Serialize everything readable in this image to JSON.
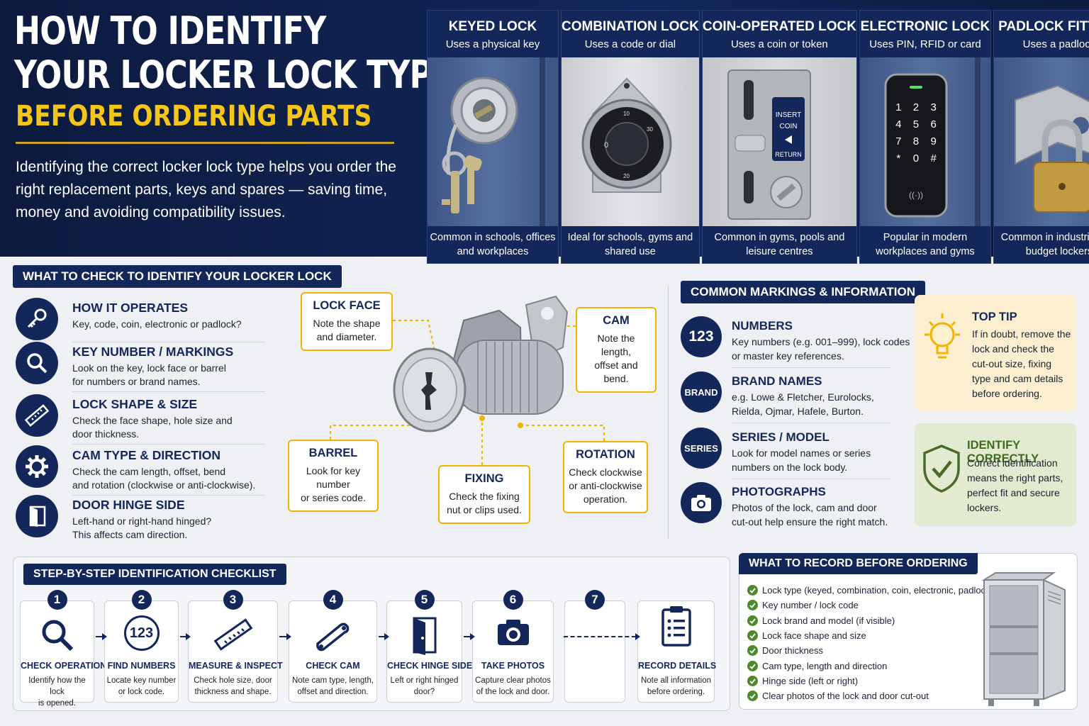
{
  "header": {
    "title_line1": "HOW TO IDENTIFY",
    "title_line2": "YOUR LOCKER LOCK TYPE",
    "title_line3": "BEFORE ORDERING PARTS",
    "intro": "Identifying the correct locker lock type helps you order the right replacement parts, keys and spares — saving time, money and avoiding compatibility issues."
  },
  "lock_types": [
    {
      "title": "KEYED LOCK",
      "subtitle": "Uses a physical key",
      "footer": "Common in schools, offices and workplaces"
    },
    {
      "title": "COMBINATION LOCK",
      "subtitle": "Uses a code or dial",
      "footer": "Ideal for schools, gyms and shared use"
    },
    {
      "title": "COIN-OPERATED LOCK",
      "subtitle": "Uses a coin or token",
      "footer": "Common in gyms, pools and leisure centres"
    },
    {
      "title": "ELECTRONIC LOCK",
      "subtitle": "Uses PIN, RFID or card",
      "footer": "Popular in modern workplaces and gyms"
    },
    {
      "title": "PADLOCK FITTING",
      "subtitle": "Uses a padlock",
      "footer": "Common in industrial and budget lockers"
    }
  ],
  "dial_label": "0",
  "dial_ticks": [
    "30",
    "10",
    "20"
  ],
  "coin_panel": {
    "line1": "INSERT",
    "line2": "COIN",
    "line3": "RETURN"
  },
  "keypad": [
    "1",
    "2",
    "3",
    "4",
    "5",
    "6",
    "7",
    "8",
    "9",
    "*",
    "0",
    "#"
  ],
  "check_section": {
    "title": "WHAT TO CHECK TO IDENTIFY YOUR LOCKER LOCK",
    "items": [
      {
        "icon": "key-icon",
        "title": "HOW IT OPERATES",
        "desc1": "Key, code, coin, electronic or padlock?",
        "desc2": ""
      },
      {
        "icon": "magnifier-icon",
        "title": "KEY NUMBER / MARKINGS",
        "desc1": "Look on the key, lock face or barrel",
        "desc2": "for numbers or brand names."
      },
      {
        "icon": "ruler-icon",
        "title": "LOCK SHAPE & SIZE",
        "desc1": "Check the face shape, hole size and",
        "desc2": "door thickness."
      },
      {
        "icon": "gear-icon",
        "title": "CAM TYPE & DIRECTION",
        "desc1": "Check the cam length, offset, bend",
        "desc2": "and rotation (clockwise or anti-clockwise)."
      },
      {
        "icon": "door-icon",
        "title": "DOOR HINGE SIDE",
        "desc1": "Left-hand or right-hand hinged?",
        "desc2": "This affects cam direction."
      }
    ]
  },
  "callouts": {
    "lock_face": {
      "title": "LOCK FACE",
      "line1": "Note the shape",
      "line2": "and diameter."
    },
    "cam": {
      "title": "CAM",
      "line1": "Note the length,",
      "line2": "offset and bend."
    },
    "barrel": {
      "title": "BARREL",
      "line1": "Look for key number",
      "line2": "or series code."
    },
    "fixing": {
      "title": "FIXING",
      "line1": "Check the fixing",
      "line2": "nut or clips used."
    },
    "rotation": {
      "title": "ROTATION",
      "line1": "Check clockwise",
      "line2": "or anti-clockwise",
      "line3": "operation."
    }
  },
  "markings": {
    "title": "COMMON MARKINGS & INFORMATION",
    "items": [
      {
        "badge": "123",
        "title": "NUMBERS",
        "line1": "Key numbers (e.g. 001–999), lock codes",
        "line2": "or master key references."
      },
      {
        "badge": "BRAND",
        "title": "BRAND NAMES",
        "line1": "e.g. Lowe & Fletcher, Eurolocks,",
        "line2": "Rielda, Ojmar, Hafele, Burton."
      },
      {
        "badge": "SERIES",
        "title": "SERIES / MODEL",
        "line1": "Look for model names or series",
        "line2": "numbers on the lock body."
      },
      {
        "badge": "camera-icon",
        "title": "PHOTOGRAPHS",
        "line1": "Photos of the lock, cam and door",
        "line2": "cut-out help ensure the right match."
      }
    ]
  },
  "top_tip": {
    "title": "TOP TIP",
    "lines": [
      "If in doubt, remove the",
      "lock and check the",
      "cut-out size, fixing",
      "type and cam details",
      "before ordering."
    ]
  },
  "identify": {
    "title": "IDENTIFY CORRECTLY",
    "lines": [
      "Correct identification",
      "means the right parts,",
      "perfect fit and secure",
      "lockers."
    ]
  },
  "checklist": {
    "title": "STEP-BY-STEP IDENTIFICATION CHECKLIST",
    "steps": [
      {
        "num": "1",
        "title": "CHECK OPERATION",
        "line1": "Identify how the lock",
        "line2": "is opened."
      },
      {
        "num": "2",
        "title": "FIND NUMBERS",
        "icon_text": "123",
        "line1": "Locate key number",
        "line2": "or lock code."
      },
      {
        "num": "3",
        "title": "MEASURE & INSPECT",
        "line1": "Check hole size, door",
        "line2": "thickness and shape."
      },
      {
        "num": "4",
        "title": "CHECK CAM",
        "line1": "Note cam type, length,",
        "line2": "offset and direction."
      },
      {
        "num": "5",
        "title": "CHECK HINGE SIDE",
        "line1": "Left or right hinged",
        "line2": "door?"
      },
      {
        "num": "6",
        "title": "TAKE PHOTOS",
        "line1": "Capture clear photos",
        "line2": "of the lock and door."
      },
      {
        "num": "7",
        "title": "",
        "line1": "",
        "line2": ""
      },
      {
        "num": "",
        "title": "RECORD DETAILS",
        "line1": "Note all information",
        "line2": "before ordering."
      }
    ]
  },
  "record": {
    "title": "WHAT TO RECORD BEFORE ORDERING",
    "items": [
      "Lock type (keyed, combination, coin, electronic, padlock)",
      "Key number / lock code",
      "Lock brand and model (if visible)",
      "Lock face shape and size",
      "Door thickness",
      "Cam type, length and direction",
      "Hinge side (left or right)",
      "Clear photos of the lock and door cut-out"
    ]
  },
  "colors": {
    "navy": "#13275a",
    "gold": "#f5c518",
    "callout": "#f0b400",
    "green": "#4c8a2c"
  }
}
